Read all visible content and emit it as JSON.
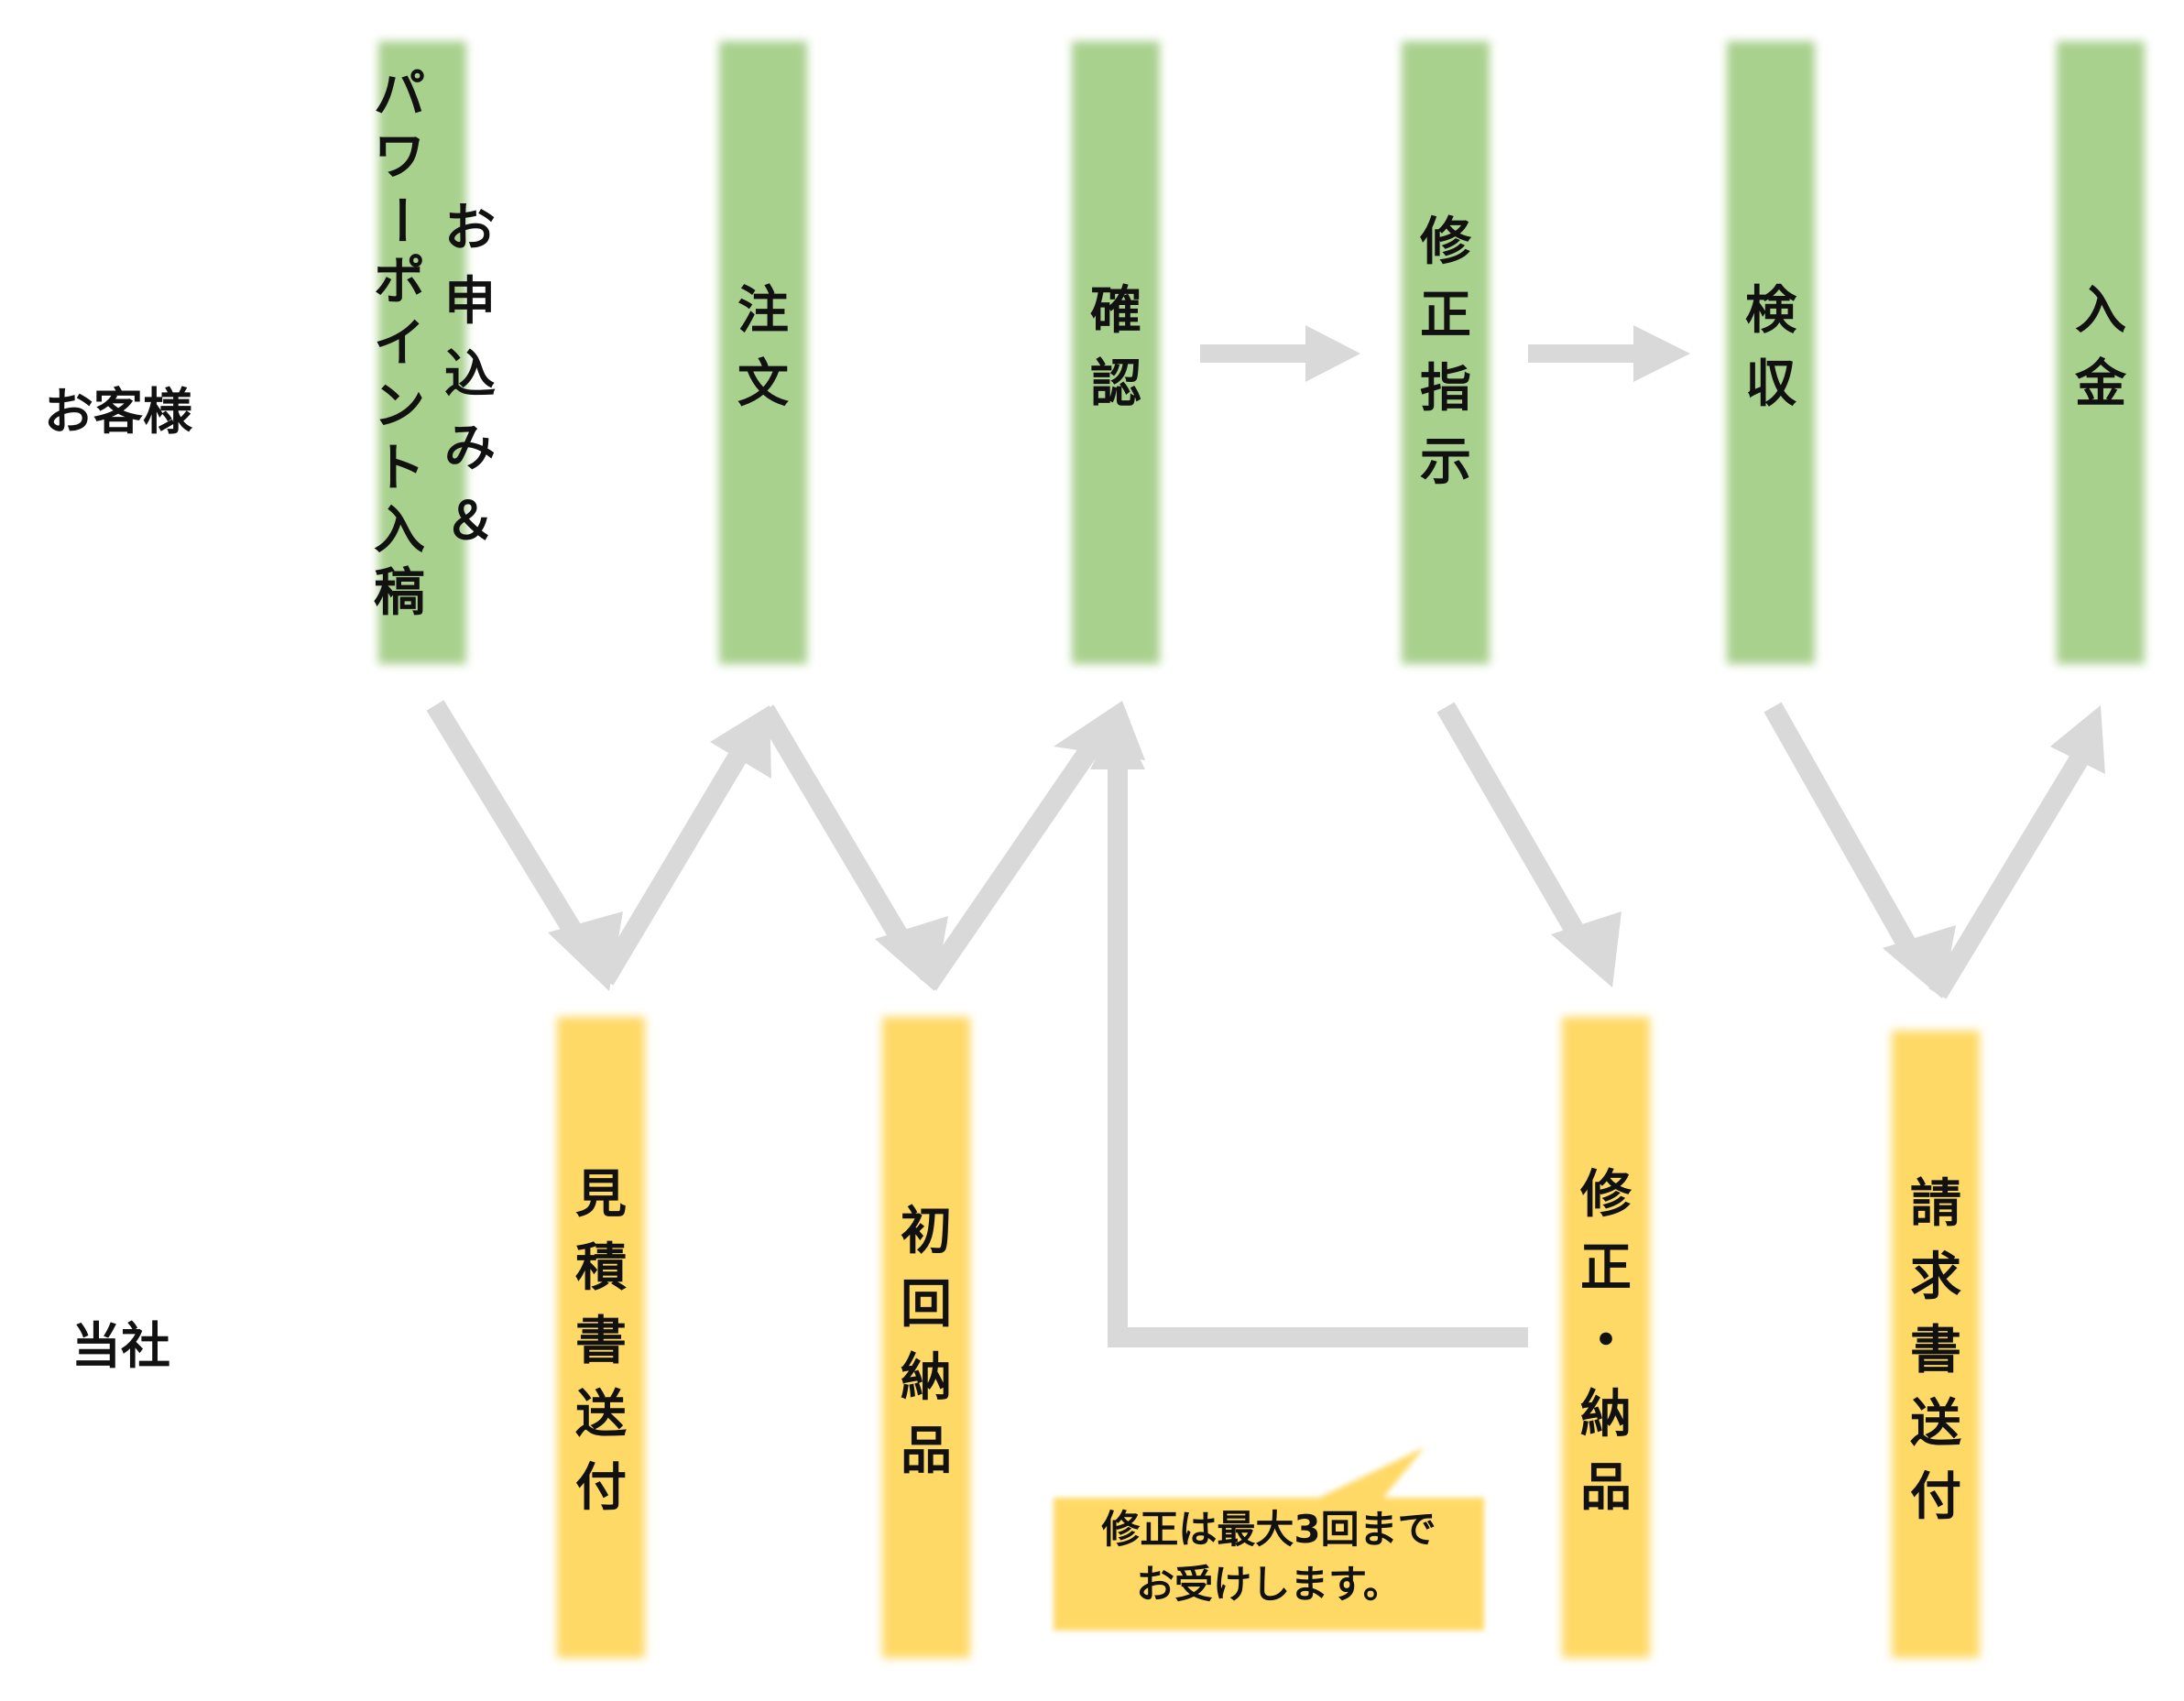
{
  "rows": {
    "customer": "お客様",
    "company": "当社"
  },
  "steps": {
    "apply_line1": "お申込み＆",
    "apply_line2": "パワーポイント入稿",
    "order": "注文",
    "confirm": "確認",
    "revision_request": "修正指示",
    "inspection": "検収",
    "payment": "入金",
    "estimate": "見積書送付",
    "first_delivery": "初回納品",
    "revision_delivery": "修正・納品",
    "invoice": "請求書送付"
  },
  "note": {
    "line1": "修正は最大3回まで",
    "line2": "お受けします。"
  },
  "colors": {
    "customer_bar": "#a9d18e",
    "company_bar": "#ffd966",
    "arrow": "#d9d9d9"
  }
}
